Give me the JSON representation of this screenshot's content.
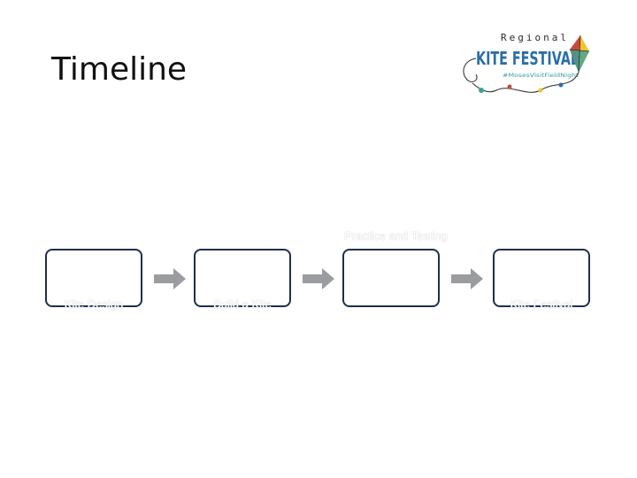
{
  "slide": {
    "title": "Timeline"
  },
  "logo": {
    "line1": "Regional",
    "line2": "KITE FESTIVAL",
    "tagline": "#MosesVisitFieldNight"
  },
  "steps": [
    {
      "label": "Kite Design"
    },
    {
      "label": "Build a Kite"
    },
    {
      "label": "Practice and Testing"
    },
    {
      "label": "Kite Festival"
    }
  ],
  "colors": {
    "box_border": "#1e2f4c",
    "arrow": "#9a9ca0",
    "kite_blue": "#2b6fa8",
    "kite_yellow": "#f2c230",
    "kite_red": "#c94a3a",
    "kite_teal": "#3aa39a"
  }
}
